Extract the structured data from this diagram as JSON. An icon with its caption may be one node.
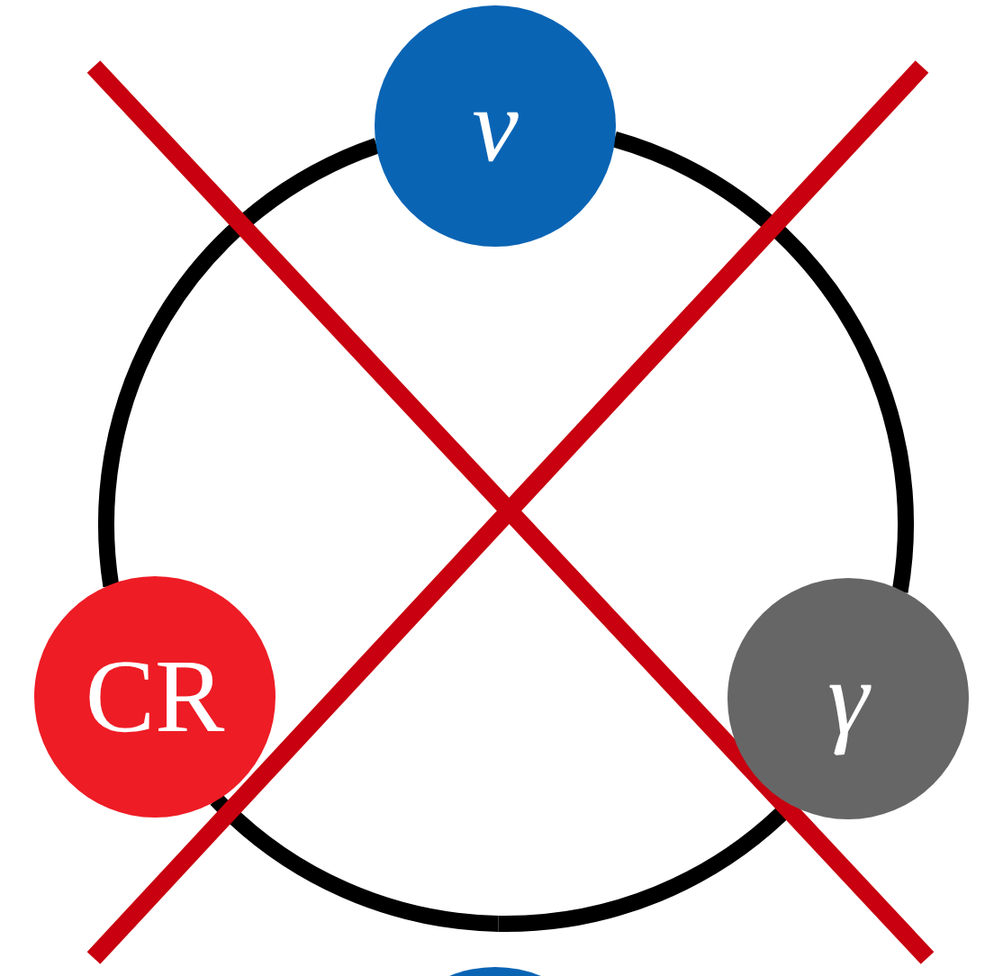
{
  "diagram": {
    "nodes": [
      {
        "text": [
          "ν"
        ]
      },
      {
        "text": [
          "CR"
        ]
      },
      {
        "text": [
          "γ"
        ]
      },
      {
        "text": [],
        "shape": "circle"
      }
    ],
    "edges": [
      {
        "from": 0,
        "to": 2,
        "arrow": "none"
      },
      {
        "from": 2,
        "to": 3,
        "arrow": "none"
      },
      {
        "from": 3,
        "to": 1,
        "arrow": "none"
      },
      {
        "from": 1,
        "to": 0,
        "arrow": "none"
      }
    ]
  }
}
